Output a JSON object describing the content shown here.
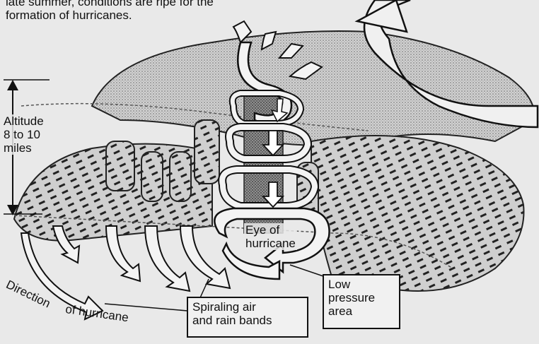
{
  "intro_text": [
    "late summer, conditions are ripe for the",
    "formation of hurricanes."
  ],
  "labels": {
    "altitude": [
      "Altitude",
      "8 to 10",
      "miles"
    ],
    "eye": [
      "Eye of",
      "hurricane"
    ],
    "low_pressure": [
      "Low",
      "pressure",
      "area"
    ],
    "spiraling": [
      "Spiraling air",
      "and rain bands"
    ],
    "direction_1": "Direction",
    "direction_2": "of hurricane"
  }
}
